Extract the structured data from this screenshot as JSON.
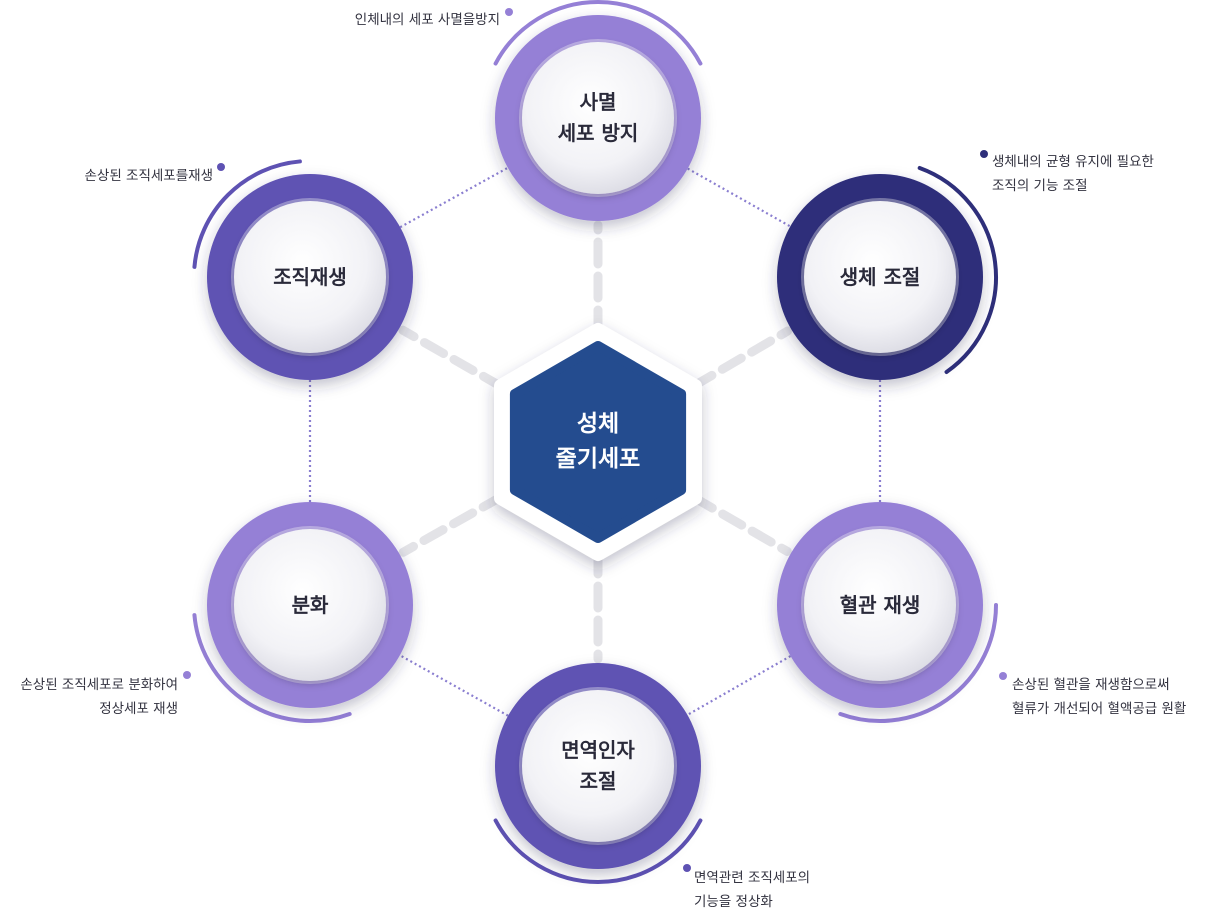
{
  "hub": {
    "line1": "성체",
    "line2": "줄기세포",
    "color": "#244C8F"
  },
  "nodes": [
    {
      "id": "apoptosis",
      "line1": "사멸",
      "line2": "세포 방지",
      "ring_color": "#9580D6",
      "desc1": "인체내의 세포 사멸을방지",
      "desc2": ""
    },
    {
      "id": "homeostasis",
      "line1": "생체 조절",
      "line2": "",
      "ring_color": "#2E2F7A",
      "desc1": "생체내의 균형 유지에 필요한",
      "desc2": "조직의 기능 조절"
    },
    {
      "id": "angiogenesis",
      "line1": "혈관 재생",
      "line2": "",
      "ring_color": "#9580D6",
      "desc1": "손상된 혈관을 재생함으로써",
      "desc2": "혈류가 개선되어 혈액공급 원활"
    },
    {
      "id": "immune",
      "line1": "면역인자",
      "line2": "조절",
      "ring_color": "#5E52B3",
      "desc1": "면역관련 조직세포의",
      "desc2": "기능을 정상화"
    },
    {
      "id": "differentiation",
      "line1": "분화",
      "line2": "",
      "ring_color": "#9580D6",
      "desc1": "손상된 조직세포로 분화하여",
      "desc2": "정상세포 재생"
    },
    {
      "id": "regeneration",
      "line1": "조직재생",
      "line2": "",
      "ring_color": "#5E52B3",
      "desc1": "손상된 조직세포를재생",
      "desc2": ""
    }
  ]
}
